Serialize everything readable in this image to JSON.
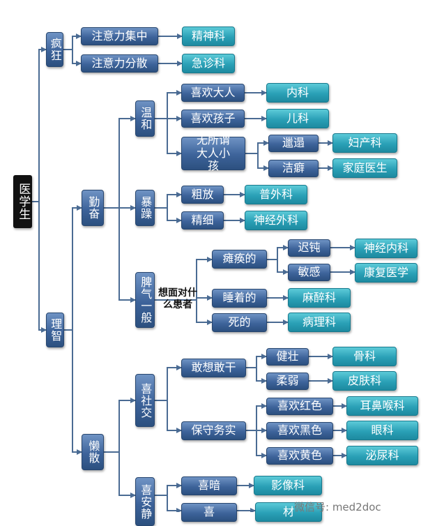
{
  "root": "医学生",
  "l1": {
    "crazy": "疯狂",
    "rational": "理智"
  },
  "l2": {
    "diligent": "勤奋",
    "lazy": "懒散"
  },
  "l3": {
    "gentle": "温和",
    "grumpy": "暴躁",
    "average": "脾气一般",
    "social": "喜社交",
    "quiet": "喜安静"
  },
  "l4": {
    "focus": "注意力集中",
    "scatter": "注意力分散",
    "like_adult": "喜欢大人",
    "like_kid": "喜欢孩子",
    "indifferent": "无所谓大人小孩",
    "rough": "粗放",
    "fine": "精细",
    "paralyzed": "瘫痪的",
    "asleep": "睡着的",
    "dead": "死的",
    "dare": "敢想敢干",
    "conservative": "保守务实",
    "dark": "喜暗",
    "partial": "喜"
  },
  "l5": {
    "sloppy": "邋遢",
    "clean": "洁癖",
    "slow": "迟钝",
    "sensitive": "敏感",
    "strong": "健壮",
    "weak": "柔弱",
    "red": "喜欢红色",
    "black": "喜欢黑色",
    "yellow": "喜欢黄色"
  },
  "dept": {
    "psych": "精神科",
    "er": "急诊科",
    "internal": "内科",
    "peds": "儿科",
    "obgyn": "妇产科",
    "family": "家庭医生",
    "gensurg": "普外科",
    "neurosurg": "神经外科",
    "neuromed": "神经内科",
    "rehab": "康复医学",
    "anes": "麻醉科",
    "patho": "病理科",
    "ortho": "骨科",
    "derm": "皮肤科",
    "ent": "耳鼻喉科",
    "eye": "眼科",
    "uro": "泌尿科",
    "imaging": "影像科",
    "partial": "材"
  },
  "annotation": "想面对什么患者",
  "watermark": "微信号: med2doc",
  "colors": {
    "node_blue": "#3d639a",
    "dept_teal": "#2aa0b6",
    "line": "#4a6b93",
    "root": "#111111"
  }
}
